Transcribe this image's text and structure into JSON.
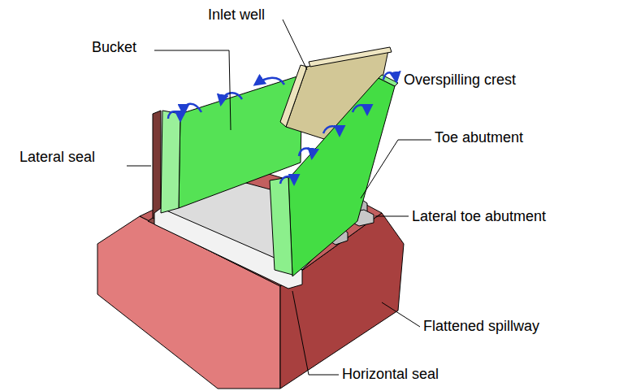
{
  "diagram": {
    "labels": [
      "Inlet well",
      "Bucket",
      "Overspilling crest",
      "Lateral seal",
      "Toe abutment",
      "Lateral toe abutment",
      "Flattened spillway",
      "Horizontal seal"
    ]
  }
}
